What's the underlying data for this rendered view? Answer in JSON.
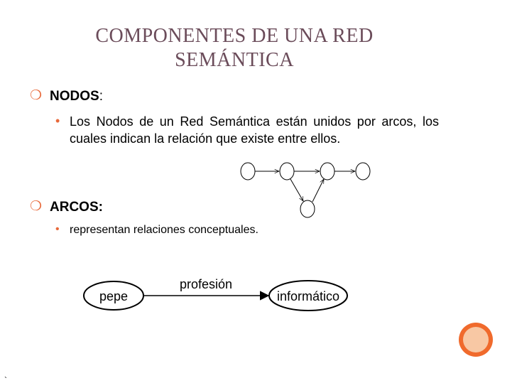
{
  "slide": {
    "title_line1": "COMPONENTES DE UNA RED",
    "title_line2": "SEMÁNTICA",
    "nodos": {
      "label": "NODOS",
      "colon": ":",
      "description": "Los Nodos de un Red Semántica están unidos por arcos, los cuales indican la relación que existe entre ellos."
    },
    "arcos": {
      "label": "ARCOS:",
      "description": "representan relaciones conceptuales."
    },
    "example": {
      "source_node": "pepe",
      "relation": "profesión",
      "target_node": "informático"
    },
    "corner_mark": "`"
  },
  "colors": {
    "title": "#6b4c5a",
    "bullet_accent": "#e8693a",
    "decor_outer": "#f06a2c",
    "decor_inner": "#f8c8a4"
  }
}
